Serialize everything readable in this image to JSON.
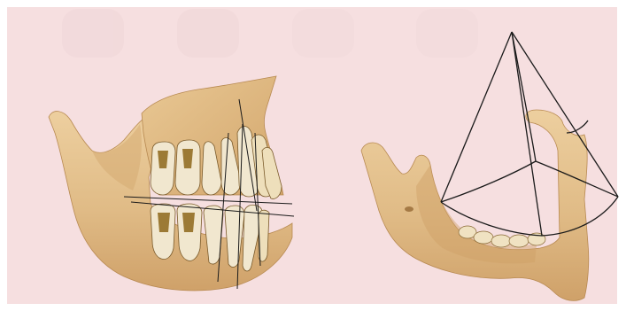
{
  "figure": {
    "panels": [
      {
        "id": "left",
        "subject": "maxilla-and-mandible-dentition",
        "overlay": "occlusal-and-tooth-axis-lines"
      },
      {
        "id": "right",
        "subject": "mandible-oblique-view",
        "overlay": "spherical-sector-bonwill-monson"
      }
    ],
    "colors": {
      "background": "#f6dfe0",
      "border": "#ffffff",
      "bone": "#e3c08f",
      "bone_shadow": "#c99d63",
      "enamel": "#f3ecd9",
      "root": "#ecd9a8",
      "pulp": "#8d6a2a",
      "line": "#1a1a1a"
    }
  }
}
